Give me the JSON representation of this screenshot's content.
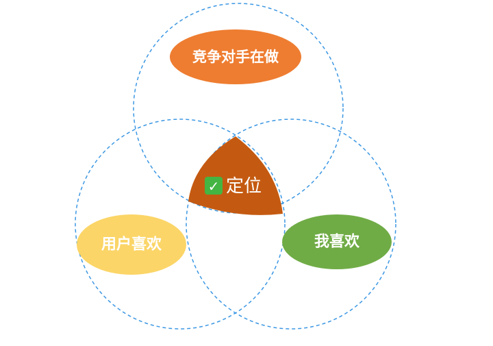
{
  "diagram": {
    "type": "venn",
    "circles": [
      {
        "id": "competitors",
        "label": "竞争对手在做",
        "color": "#ee7d31"
      },
      {
        "id": "users",
        "label": "用户喜欢",
        "color": "#fbd567"
      },
      {
        "id": "me",
        "label": "我喜欢",
        "color": "#70ac46"
      }
    ],
    "intersection": {
      "label": "定位",
      "check_glyph": "✓",
      "color": "#c45a11",
      "check_color": "#44b543"
    },
    "circle_stroke_color": "#3b97e3"
  }
}
